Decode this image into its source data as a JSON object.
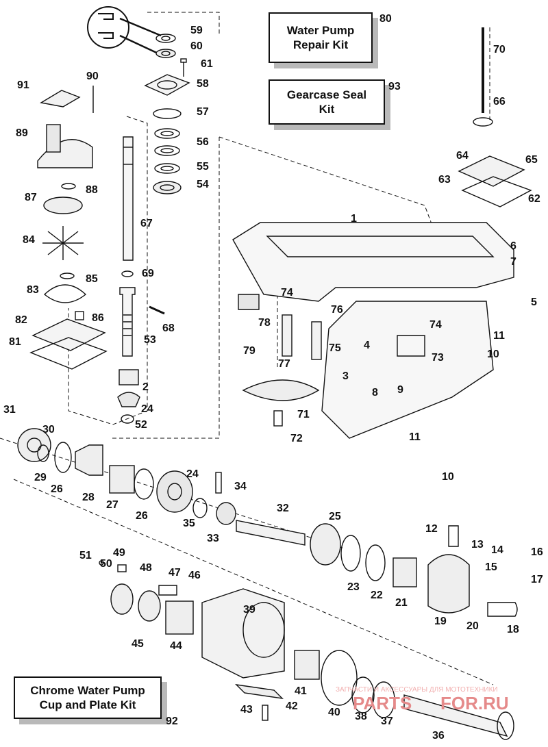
{
  "kits": {
    "water_pump": {
      "title": "Water Pump\nRepair Kit",
      "number": "80"
    },
    "gearcase_seal": {
      "title": "Gearcase Seal\nKit",
      "number": "93"
    },
    "chrome_cup": {
      "title": "Chrome Water Pump\nCup and Plate Kit",
      "number": "92"
    }
  },
  "callouts": {
    "p1": "1",
    "p2": "2",
    "p3": "3",
    "p4": "4",
    "p5": "5",
    "p6": "6",
    "p7": "7",
    "p8": "8",
    "p9": "9",
    "p10a": "10",
    "p10b": "10",
    "p11a": "11",
    "p11b": "11",
    "p12": "12",
    "p13": "13",
    "p14": "14",
    "p15": "15",
    "p16": "16",
    "p17": "17",
    "p18": "18",
    "p19": "19",
    "p20": "20",
    "p21": "21",
    "p22": "22",
    "p23": "23",
    "p24a": "24",
    "p24b": "24",
    "p25": "25",
    "p26a": "26",
    "p26b": "26",
    "p27": "27",
    "p28": "28",
    "p29": "29",
    "p30": "30",
    "p31": "31",
    "p32": "32",
    "p33": "33",
    "p34": "34",
    "p35": "35",
    "p36": "36",
    "p37": "37",
    "p38": "38",
    "p39": "39",
    "p40": "40",
    "p41": "41",
    "p42": "42",
    "p43": "43",
    "p44": "44",
    "p45": "45",
    "p46": "46",
    "p47": "47",
    "p48": "48",
    "p49": "49",
    "p50": "50",
    "p51": "51",
    "p52": "52",
    "p53": "53",
    "p54": "54",
    "p55": "55",
    "p56": "56",
    "p57": "57",
    "p58": "58",
    "p59": "59",
    "p60": "60",
    "p61": "61",
    "p62": "62",
    "p63": "63",
    "p64": "64",
    "p65": "65",
    "p66": "66",
    "p67": "67",
    "p68": "68",
    "p69": "69",
    "p70": "70",
    "p71": "71",
    "p72": "72",
    "p73": "73",
    "p74a": "74",
    "p74b": "74",
    "p75": "75",
    "p76": "76",
    "p77": "77",
    "p78": "78",
    "p79": "79",
    "p81": "81",
    "p82": "82",
    "p83": "83",
    "p84": "84",
    "p85": "85",
    "p86": "86",
    "p87": "87",
    "p88": "88",
    "p89": "89",
    "p90": "90",
    "p91": "91"
  },
  "watermark": {
    "caption": "ЗАПЧАСТИ И АКСЕССУАРЫ ДЛЯ МОТОТЕХНИКИ",
    "brand_left": "PARTS",
    "brand_right": "FOR.RU"
  }
}
